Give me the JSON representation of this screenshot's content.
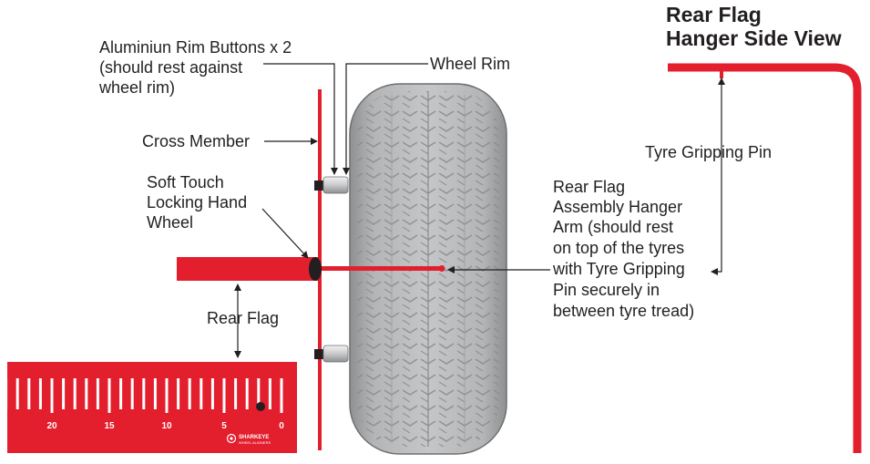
{
  "title": {
    "line1": "Rear Flag",
    "line2": "Hanger Side View"
  },
  "labels": {
    "rim_buttons": [
      "Aluminiun Rim Buttons x 2",
      "(should rest against",
      "wheel rim)"
    ],
    "wheel_rim": "Wheel Rim",
    "cross_member": "Cross Member",
    "hand_wheel": [
      "Soft Touch",
      "Locking Hand",
      "Wheel"
    ],
    "rear_flag": "Rear Flag",
    "tyre_pin": "Tyre Gripping Pin",
    "hanger_arm": [
      "Rear Flag",
      "Assembly Hanger",
      "Arm (should rest",
      "on top of the tyres",
      "with Tyre Gripping",
      "Pin securely in",
      "between tyre tread)"
    ]
  },
  "scale": {
    "numbers": [
      "20",
      "15",
      "10",
      "5",
      "0"
    ],
    "logo_text": "SHARKEYE",
    "logo_sub": "WHEEL ALIGNERS"
  },
  "colors": {
    "accent_red": "#e31e2d",
    "tyre_gray": "#a7a9ab",
    "line_dark": "#231f20"
  }
}
